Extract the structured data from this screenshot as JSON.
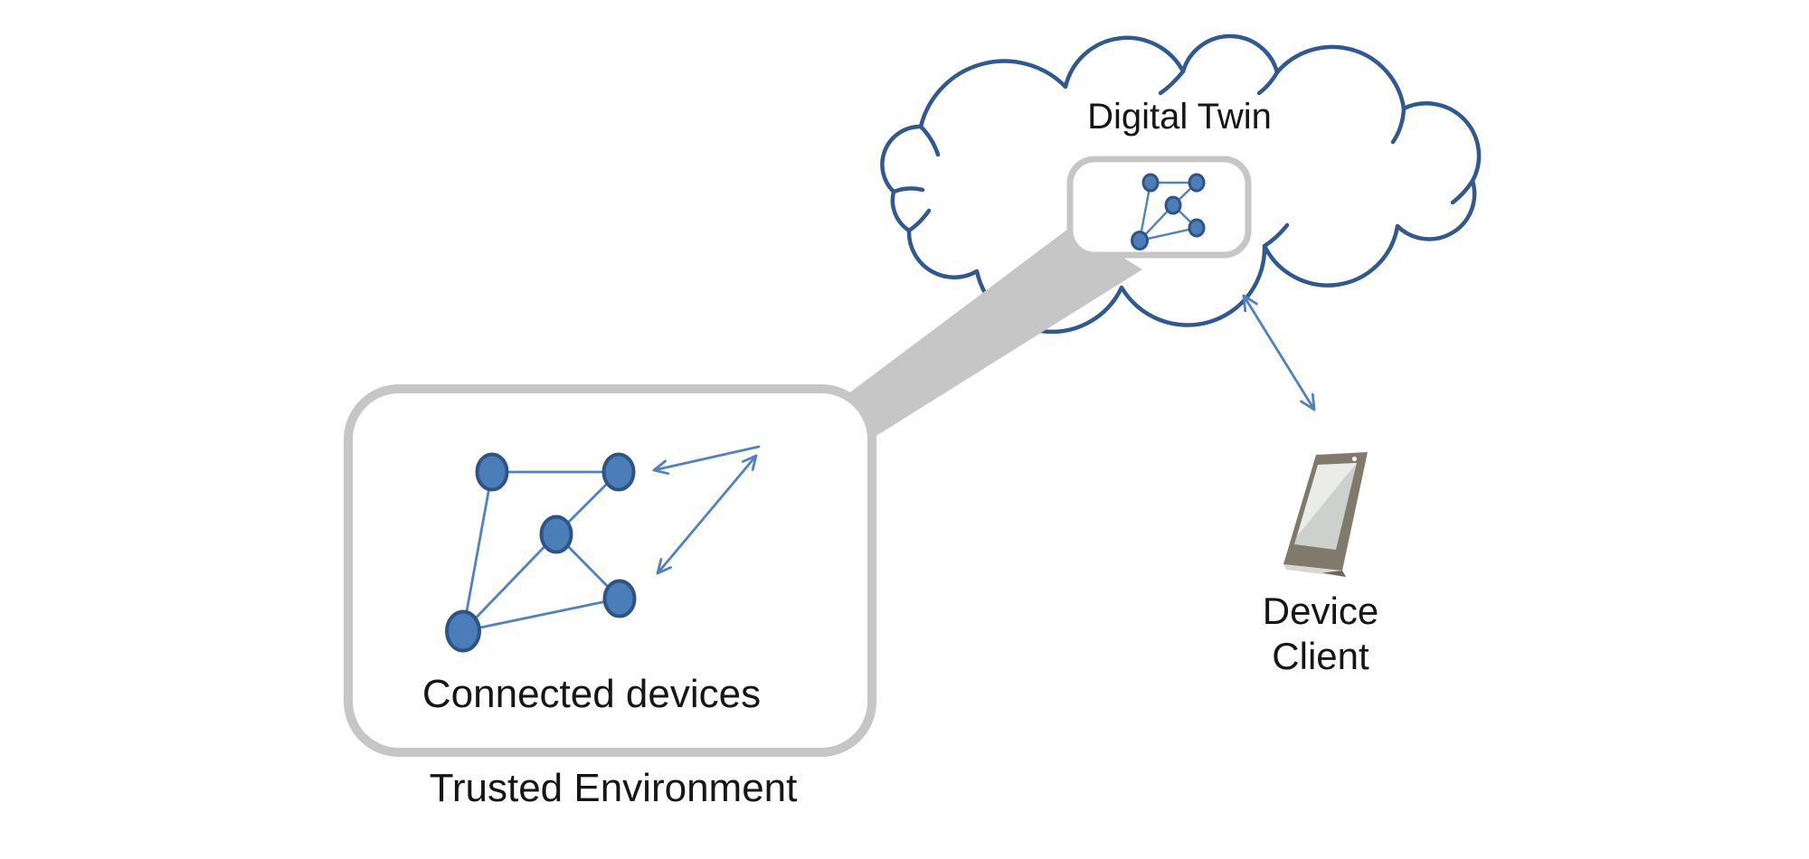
{
  "page": {
    "background": "#FFFFFF"
  },
  "colors": {
    "cloud_outline": "#30598F",
    "node_fill": "#4B7DB8",
    "node_border": "#2E5487",
    "link_blue": "#5181BE",
    "callout_gray": "#C6C6C6",
    "box_fill": "#FFFFFF",
    "text": "#161616",
    "device_body": "#80796C",
    "device_screen": "#CDD1CE",
    "device_screen_highlight": "#E9ECE9",
    "device_edge_light": "#D9D7CF",
    "device_edge_dark": "#6E685C"
  },
  "cloud": {
    "label": "Digital Twin"
  },
  "trusted_environment": {
    "inner_label": "Connected devices",
    "caption": "Trusted Environment"
  },
  "device": {
    "label_line1": "Device",
    "label_line2": "Client"
  },
  "icons": {
    "cloud": "cloud-icon",
    "mini_network": "mini-network-graph-icon",
    "network": "network-graph-icon",
    "zoom_beam": "zoom-callout-beam",
    "smartphone": "smartphone-icon",
    "arrows": "double-headed-arrow-icon"
  },
  "diagram": {
    "network_edges": [
      [
        "top-left",
        "top-right"
      ],
      [
        "top-left",
        "bottom-left"
      ],
      [
        "top-right",
        "center"
      ],
      [
        "center",
        "bottom-left"
      ],
      [
        "center",
        "bottom-right"
      ],
      [
        "bottom-left",
        "bottom-right"
      ]
    ],
    "connections": [
      {
        "from": "connected-devices-network",
        "to": "digital-twin-cloud",
        "type": "bidirectional-arrow"
      },
      {
        "from": "digital-twin-cloud",
        "to": "device-client",
        "type": "bidirectional-arrow"
      },
      {
        "from": "digital-twin-mini-box",
        "to": "trusted-environment-box",
        "type": "zoom-callout-beam"
      }
    ]
  }
}
